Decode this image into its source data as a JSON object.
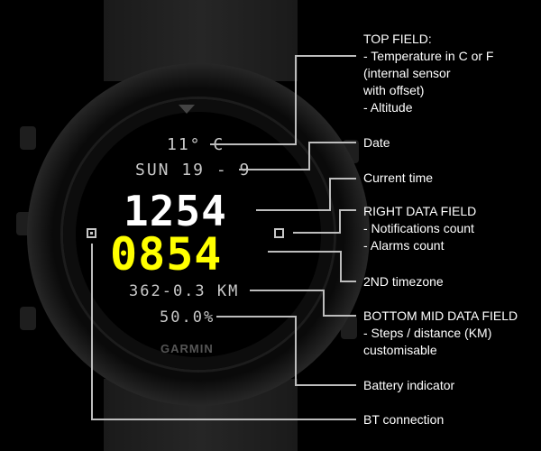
{
  "watch": {
    "temperature": "11° C",
    "date": "SUN 19 - 9",
    "time": "1254",
    "second_timezone": "0854",
    "steps_distance": "362-0.3 KM",
    "battery": "50.0%",
    "brand": "GARMIN"
  },
  "labels": {
    "top_field": "TOP FIELD:\n- Temperature in C or F\n(internal sensor\nwith offset)\n- Altitude",
    "date": "Date",
    "current_time": "Current time",
    "right_data_field": "RIGHT DATA FIELD\n- Notifications count\n- Alarms count",
    "second_timezone": "2ND timezone",
    "bottom_mid": "BOTTOM MID DATA FIELD\n- Steps / distance (KM)\ncustomisable",
    "battery": "Battery indicator",
    "bt": "BT connection"
  },
  "colors": {
    "accent": "#ffff00",
    "text": "#c8c8c8",
    "line": "#bdbdbd"
  }
}
